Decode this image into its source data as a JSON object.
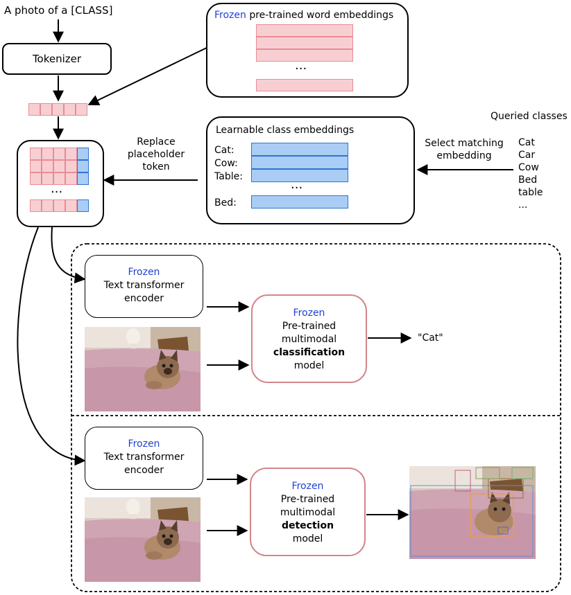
{
  "input_prompt": "A photo of a [CLASS]",
  "tokenizer_label": "Tokenizer",
  "word_embeddings": {
    "frozen": "Frozen",
    "title": "pre-trained word embeddings",
    "ellipsis": "..."
  },
  "learnable": {
    "title": "Learnable class embeddings",
    "rows": [
      "Cat:",
      "Cow:",
      "Table:"
    ],
    "ellipsis": "...",
    "last_row": "Bed:"
  },
  "replace_label": [
    "Replace",
    "placeholder",
    "token"
  ],
  "select_label": [
    "Select matching",
    "embedding"
  ],
  "queried": {
    "title": "Queried classes",
    "items": [
      "Cat",
      "Car",
      "Cow",
      "Bed",
      "table",
      "..."
    ]
  },
  "token_grid_ellipsis": "...",
  "classification_branch": {
    "encoder": {
      "frozen": "Frozen",
      "line1": "Text transformer",
      "line2": "encoder"
    },
    "model": {
      "frozen": "Frozen",
      "line1": "Pre-trained",
      "line2": "multimodal",
      "bold": "classification",
      "line3": "model"
    },
    "output": "\"Cat\""
  },
  "detection_branch": {
    "encoder": {
      "frozen": "Frozen",
      "line1": "Text transformer",
      "line2": "encoder"
    },
    "model": {
      "frozen": "Frozen",
      "line1": "Pre-trained",
      "line2": "multimodal",
      "bold": "detection",
      "line3": "model"
    }
  },
  "colors": {
    "frozen_text": "#1f3fd1",
    "pink_fill": "#f7cfd3",
    "pink_border": "#e98c93",
    "blue_fill": "#a9cdf5",
    "blue_border": "#2f73cf",
    "model_border": "#d4858a"
  }
}
